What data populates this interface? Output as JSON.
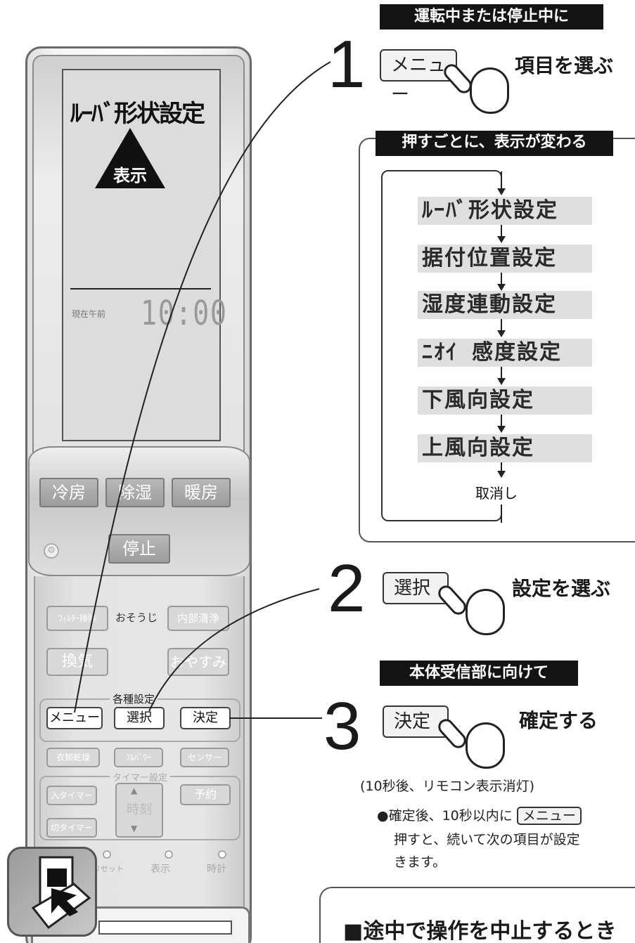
{
  "remote": {
    "lcd_title": "ﾙｰﾊﾞ形状設定",
    "triangle_label": "表示",
    "now_label": "現在午前",
    "clock": "10:00",
    "mode_buttons": [
      "冷房",
      "除湿",
      "暖房"
    ],
    "stop_button": "停止",
    "row1": [
      "ﾌｨﾙﾀｰ掃除",
      "おそうじ",
      "内部清浄"
    ],
    "row2": [
      "換気",
      "おやすみ"
    ],
    "settings_group_label": "各種設定",
    "settings_buttons": [
      "メニュー",
      "選択",
      "決定"
    ],
    "row3": [
      "衣類乾燥",
      "ﾌﾙﾊﾟﾜｰ",
      "センサー"
    ],
    "timer_group_label": "タイマー設定",
    "timer_on": "入タイマー",
    "timer_off": "切タイマー",
    "timer_time": "時刻",
    "reserve": "予約",
    "bottom_labels": [
      "リセット",
      "表示",
      "時計"
    ]
  },
  "header_bar": "運転中または停止中に",
  "step1": {
    "number": "1",
    "key": "メニュー",
    "text": "項目を選ぶ"
  },
  "cycle": {
    "title": "押すごとに、表示が変わる",
    "items": [
      "ﾙｰﾊﾞ形状設定",
      "据付位置設定",
      "湿度連動設定",
      "ﾆｵｲ 感度設定",
      "下風向設定",
      "上風向設定"
    ],
    "cancel": "取消し"
  },
  "step2": {
    "number": "2",
    "key": "選択",
    "text": "設定を選ぶ"
  },
  "receiver_bar": "本体受信部に向けて",
  "step3": {
    "number": "3",
    "key": "決定",
    "text": "確定する"
  },
  "notes": {
    "line1": "(10秒後、リモコン表示消灯)",
    "line2_pre": "●確定後、10秒以内に",
    "line2_key": "メニュー",
    "line3": "押すと、続いて次の項目が設定",
    "line4": "きます。"
  },
  "stop_section": {
    "title": "■途中で操作を中止するとき"
  }
}
